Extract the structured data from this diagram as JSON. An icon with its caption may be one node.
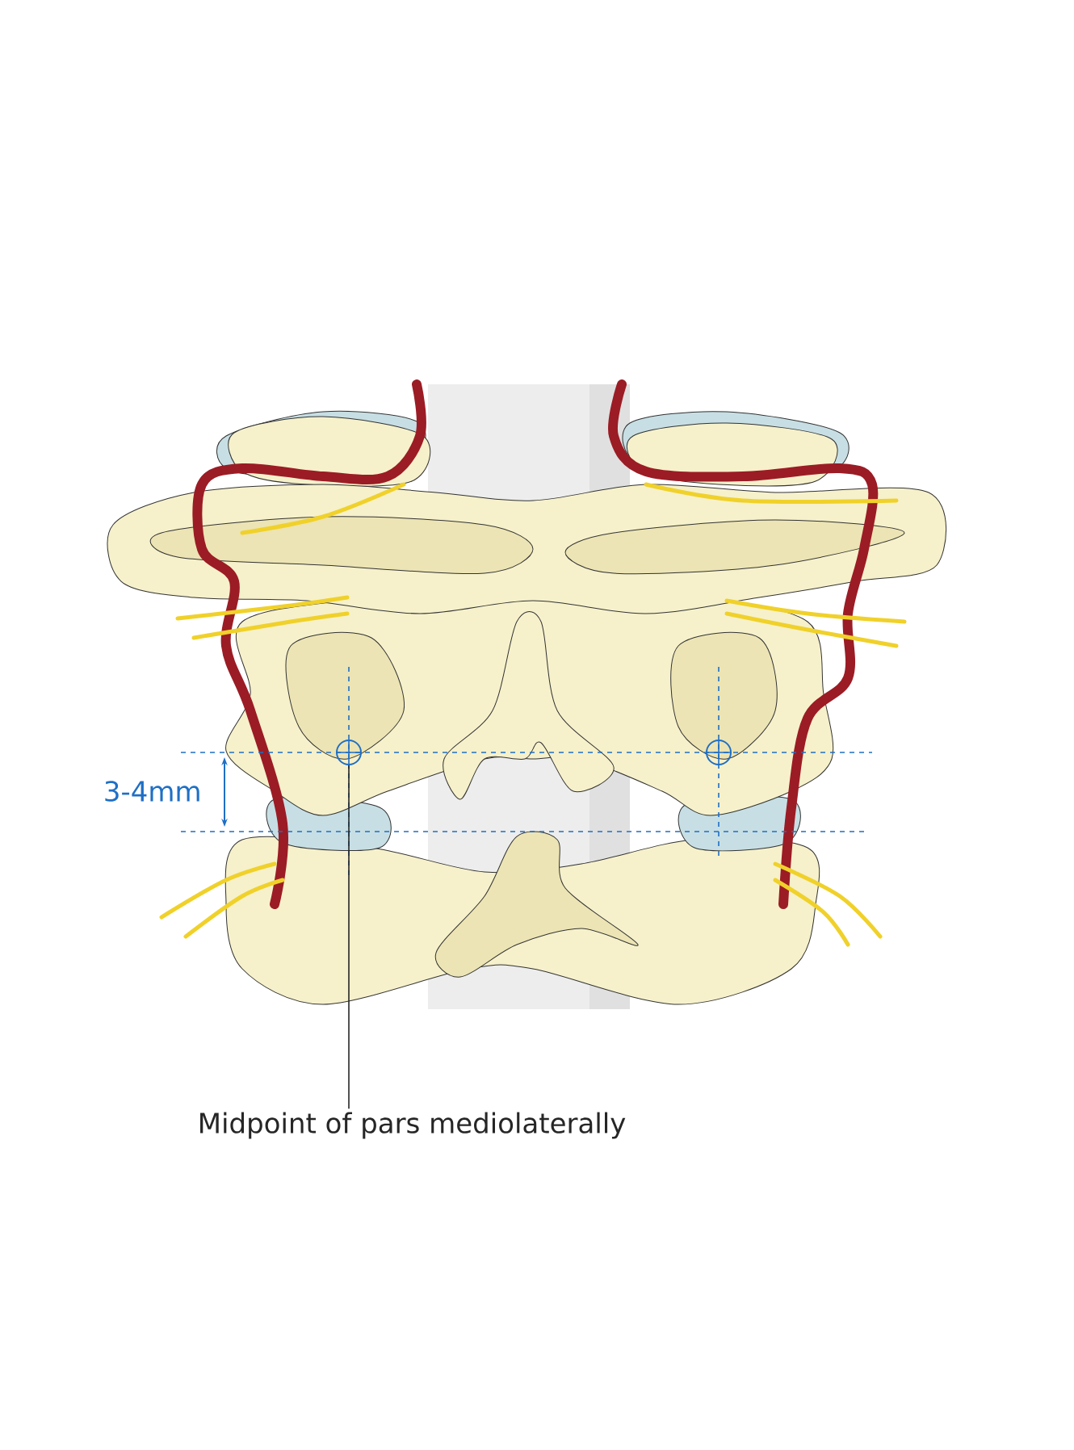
{
  "diagram": {
    "nodes": [
      {
        "text": [
          "Midpoint of pars mediolaterally"
        ]
      },
      {
        "text": [],
        "shape": "circle"
      },
      {
        "text": [],
        "shape": "circle"
      }
    ],
    "edges": [
      {
        "from": 0,
        "to": 1,
        "arrow": "none"
      }
    ],
    "labels": [
      "3-4mm"
    ]
  }
}
